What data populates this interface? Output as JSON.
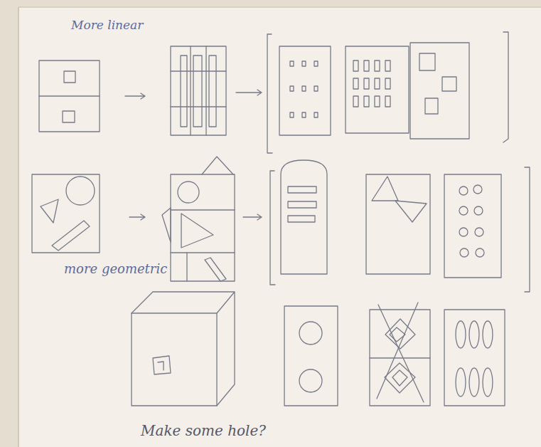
{
  "diagram": {
    "labels": [
      "More linear",
      "more geometric",
      "Make some hole?"
    ]
  }
}
